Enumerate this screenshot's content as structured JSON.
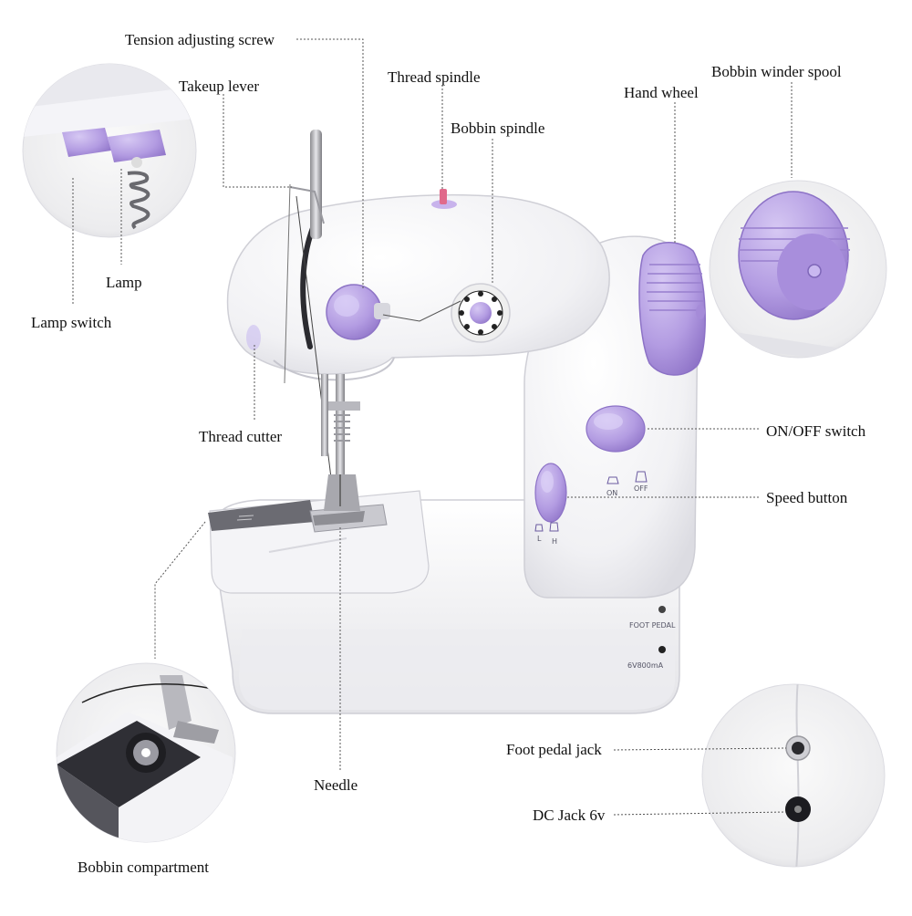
{
  "labels": {
    "tension_adjusting_screw": "Tension adjusting screw",
    "takeup_lever": "Takeup lever",
    "thread_spindle": "Thread spindle",
    "bobbin_spindle": "Bobbin spindle",
    "hand_wheel": "Hand wheel",
    "bobbin_winder_spool": "Bobbin winder spool",
    "lamp": "Lamp",
    "lamp_switch": "Lamp switch",
    "thread_cutter": "Thread cutter",
    "on_off_switch": "ON/OFF switch",
    "speed_button": "Speed button",
    "foot_pedal_jack": "Foot pedal jack",
    "dc_jack": "DC Jack 6v",
    "needle": "Needle",
    "bobbin_compartment": "Bobbin compartment"
  },
  "machine_markings": {
    "on": "ON",
    "off": "OFF",
    "low": "L",
    "high": "H",
    "foot_pedal": "FOOT PEDAL",
    "dc_rating": "6V800mA"
  },
  "colors": {
    "accent_purple": "#b9a3e3",
    "accent_purple_dark": "#9b82d0",
    "body_white": "#f7f7f9",
    "leader_line": "#555555",
    "text": "#111111"
  }
}
